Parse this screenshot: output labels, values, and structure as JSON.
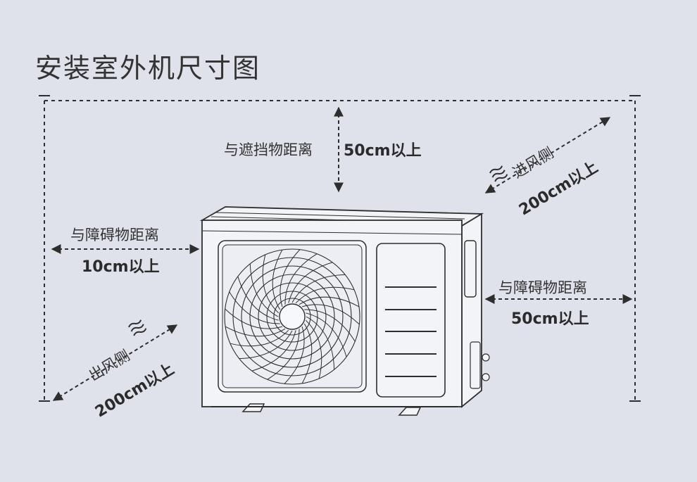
{
  "title": "安装室外机尺寸图",
  "top_clearance": {
    "label": "与遮挡物距离",
    "value": "50cm以上"
  },
  "left_clearance": {
    "label": "与障碍物距离",
    "value": "10cm以上"
  },
  "right_clearance": {
    "label": "与障碍物距离",
    "value": "50cm以上"
  },
  "intake_side": {
    "label": "进风侧",
    "value": "200cm以上"
  },
  "outlet_side": {
    "label": "出风侧",
    "value": "200cm以上"
  },
  "colors": {
    "background": "#dfe2ea",
    "line": "#2e2e2e",
    "unit_fill": "#f3f4f7"
  }
}
